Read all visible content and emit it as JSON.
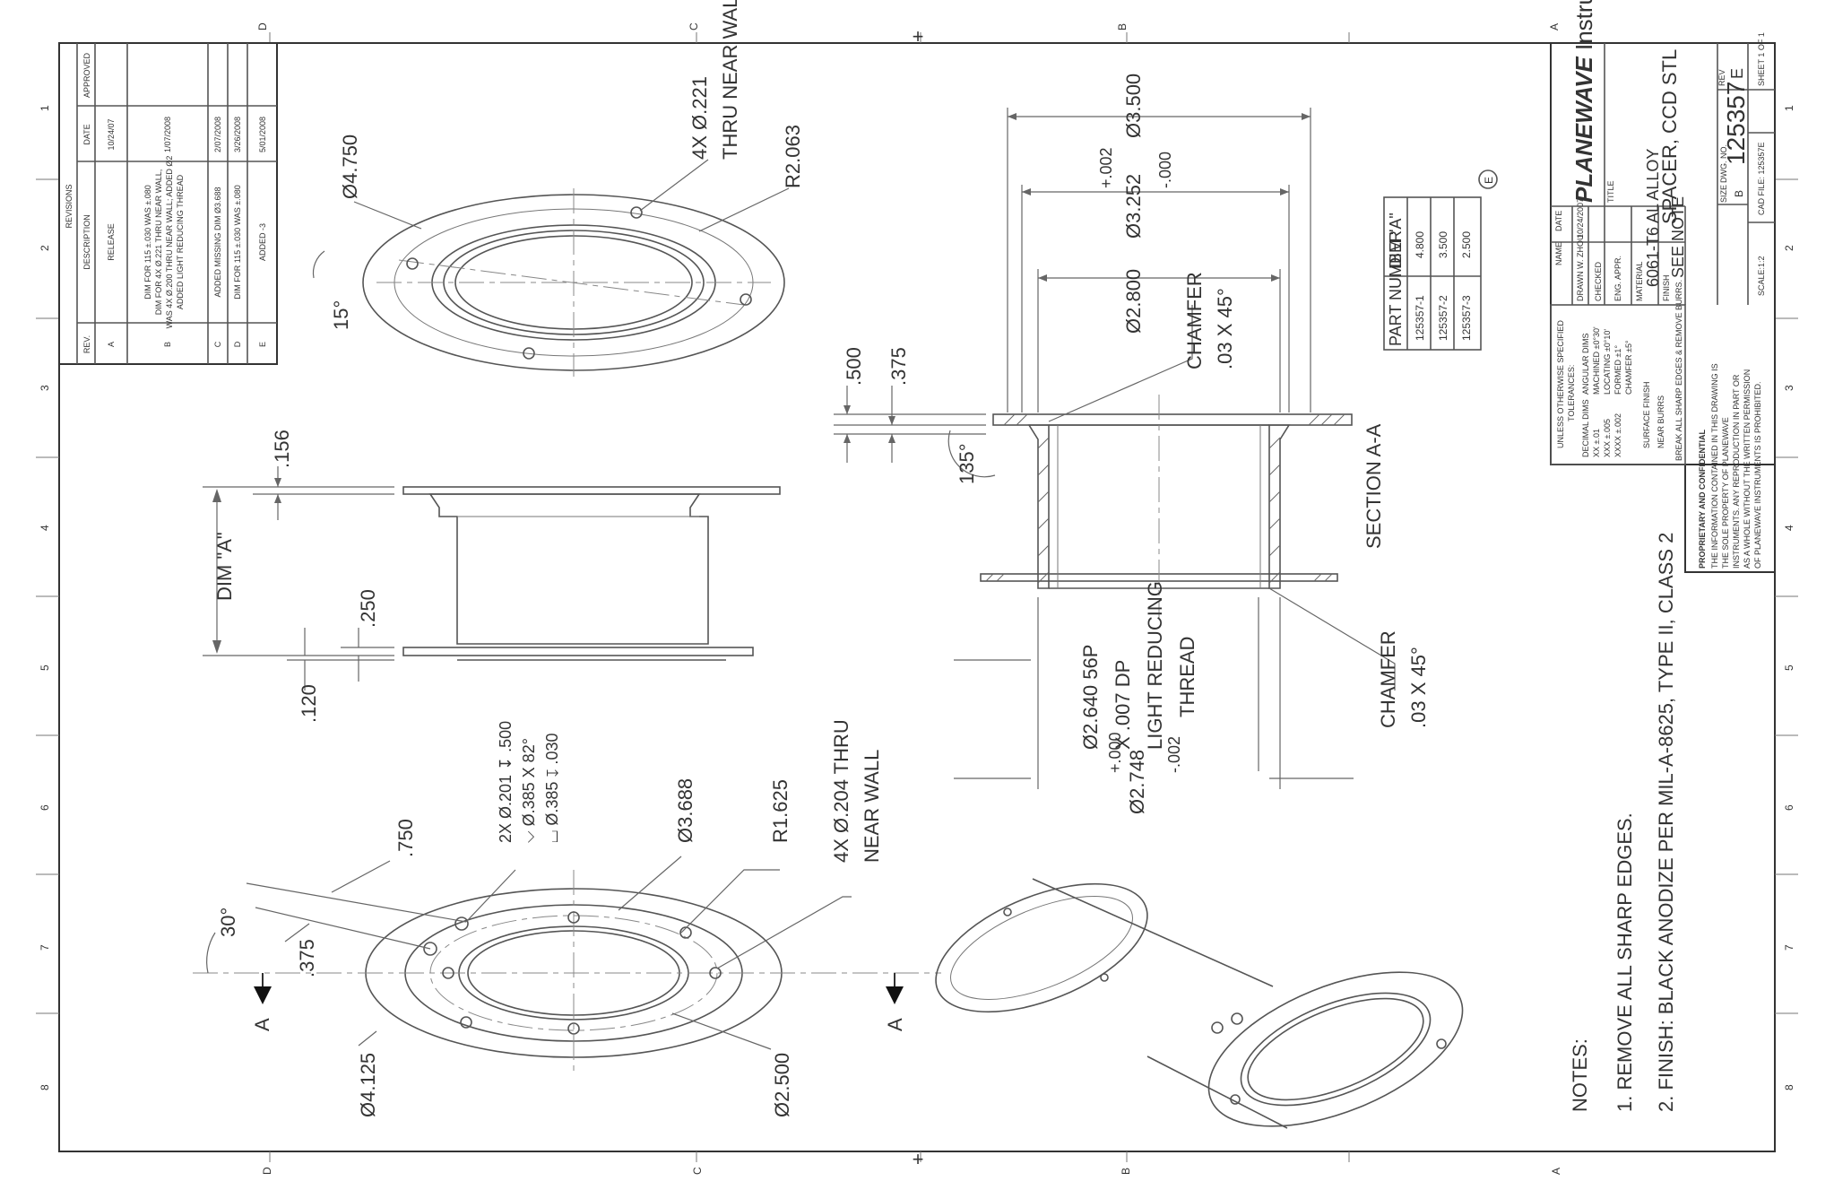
{
  "border": {
    "zones_vertical": [
      "D",
      "C",
      "B",
      "A"
    ],
    "zones_horizontal": [
      "1",
      "2",
      "3",
      "4",
      "5",
      "6",
      "7",
      "8"
    ]
  },
  "revisions": {
    "title": "REVISIONS",
    "headers": {
      "rev": "REV.",
      "description": "DESCRIPTION",
      "date": "DATE",
      "approved": "APPROVED"
    },
    "rows": [
      {
        "rev": "A",
        "description": [
          "RELEASE"
        ],
        "date": "10/24/07",
        "approved": ""
      },
      {
        "rev": "B",
        "description": [
          "DIM FOR 115 ±.030 WAS ±.080",
          "DIM FOR 4X Ø.221 THRU NEAR WALL,",
          "WAS 4X Ø.200 THRU NEAR WALL; ADDED Ø2",
          "ADDED LIGHT REDUCING THREAD"
        ],
        "date": "1/07/2008",
        "approved": ""
      },
      {
        "rev": "C",
        "description": [
          "ADDED MISSING DIM Ø3.688"
        ],
        "date": "2/07/2008",
        "approved": ""
      },
      {
        "rev": "D",
        "description": [
          "DIM FOR 115 ±.030 WAS ±.080"
        ],
        "date": "3/26/2008",
        "approved": ""
      },
      {
        "rev": "E",
        "description": [
          "ADDED -3"
        ],
        "date": "5/01/2008",
        "approved": ""
      }
    ]
  },
  "top_view": {
    "dia_outer": "Ø4.750",
    "holes": "4X Ø.221",
    "holes_note": "THRU NEAR WALL",
    "radius": "R2.063",
    "angle": "15°"
  },
  "side_view": {
    "dim_156": ".156",
    "dim_a": "DIM \"A\"",
    "dim_250": ".250",
    "dim_120": ".120"
  },
  "section_view": {
    "label": "SECTION A-A",
    "dia_3500": "Ø3.500",
    "dia_3252": "Ø3.252",
    "tol_3252_plus": "+.002",
    "tol_3252_minus": "-.000",
    "dia_2800": "Ø2.800",
    "chamfer_top": "CHAMFER",
    "chamfer_top_size": ".03 X 45°",
    "dim_500": ".500",
    "dim_375": ".375",
    "angle_135": "135°",
    "thread_1": "Ø2.640 56P",
    "thread_2": "X .007 DP",
    "thread_3": "LIGHT REDUCING",
    "thread_4": "THREAD",
    "dia_2748": "Ø2.748",
    "tol_2748_plus": "+.000",
    "tol_2748_minus": "-.002",
    "chamfer_bot": "CHAMFER",
    "chamfer_bot_size": ".03 X 45°"
  },
  "bottom_view": {
    "holes_2x_1": "2X Ø.201 ↧ .500",
    "holes_2x_2": "⌵ Ø.385 X 82°",
    "holes_2x_3": "⌴ Ø.385 ↧ .030",
    "dia_3688": "Ø3.688",
    "radius": "R1.625",
    "holes_4x_1": "4X Ø.204 THRU",
    "holes_4x_2": "NEAR WALL",
    "dim_750": ".750",
    "dim_375": ".375",
    "angle": "30°",
    "dia_4125": "Ø4.125",
    "dia_2500": "Ø2.500",
    "section_mark": "A"
  },
  "part_table": {
    "headers": [
      "PART NUMBER",
      "DIM \"A\""
    ],
    "rows": [
      [
        "125357-1",
        "4.800"
      ],
      [
        "125357-2",
        "3.500"
      ],
      [
        "125357-3",
        "2.500"
      ]
    ],
    "rev_mark": "E"
  },
  "notes": {
    "title": "NOTES:",
    "items": [
      "1.  REMOVE ALL SHARP EDGES.",
      "2.  FINISH: BLACK ANODIZE PER MIL-A-8625, TYPE II, CLASS 2"
    ]
  },
  "title_block": {
    "company_brand": "PLANEWAVE",
    "company_rest": " Instruments",
    "title_label": "TITLE",
    "title": "SPACER, CCD STL",
    "size_label": "SIZE",
    "size": "B",
    "dwg_label": "DWG. NO.",
    "dwg_no": "125357",
    "rev_label": "REV",
    "rev": "E",
    "scale": "SCALE:1:2",
    "cad_file": "CAD FILE: 125357E",
    "sheet": "SHEET 1 OF 1",
    "material_label": "MATERIAL",
    "material": "6061-T6 AL ALLOY",
    "finish_label": "FINISH",
    "finish": "SEE NOTE",
    "name_header": "NAME",
    "date_header": "DATE",
    "drawn_label": "DRAWN",
    "drawn_name": "W. ZHOU",
    "drawn_date": "10/24/2007",
    "checked_label": "CHECKED",
    "eng_label": "ENG. APPR.",
    "tolerances": [
      "UNLESS OTHERWISE SPECIFIED",
      "TOLERANCES:"
    ],
    "tol_decimal": [
      "DECIMAL DIMS",
      "XX ±.01",
      "XXX ±.005",
      "XXXX ±.002"
    ],
    "tol_angular": [
      "ANGULAR DIMS",
      "MACHINED ±0°30'",
      "LOCATING ±0°10'",
      "FORMED ±1°",
      "CHAMFER ±5°"
    ],
    "surface_finish": [
      "SURFACE FINISH",
      "NEAR BURRS"
    ],
    "break_edges": "BREAK ALL SHARP EDGES & REMOVE BURRS.",
    "proprietary_title": "PROPRIETARY AND CONFIDENTIAL",
    "proprietary_text": [
      "THE INFORMATION CONTAINED IN THIS DRAWING IS",
      "THE SOLE PROPERTY OF PLANEWAVE",
      "INSTRUMENTS. ANY REPRODUCTION IN PART OR",
      "AS A WHOLE WITHOUT THE WRITTEN PERMISSION",
      "OF PLANEWAVE INSTRUMENTS IS PROHIBITED."
    ]
  }
}
